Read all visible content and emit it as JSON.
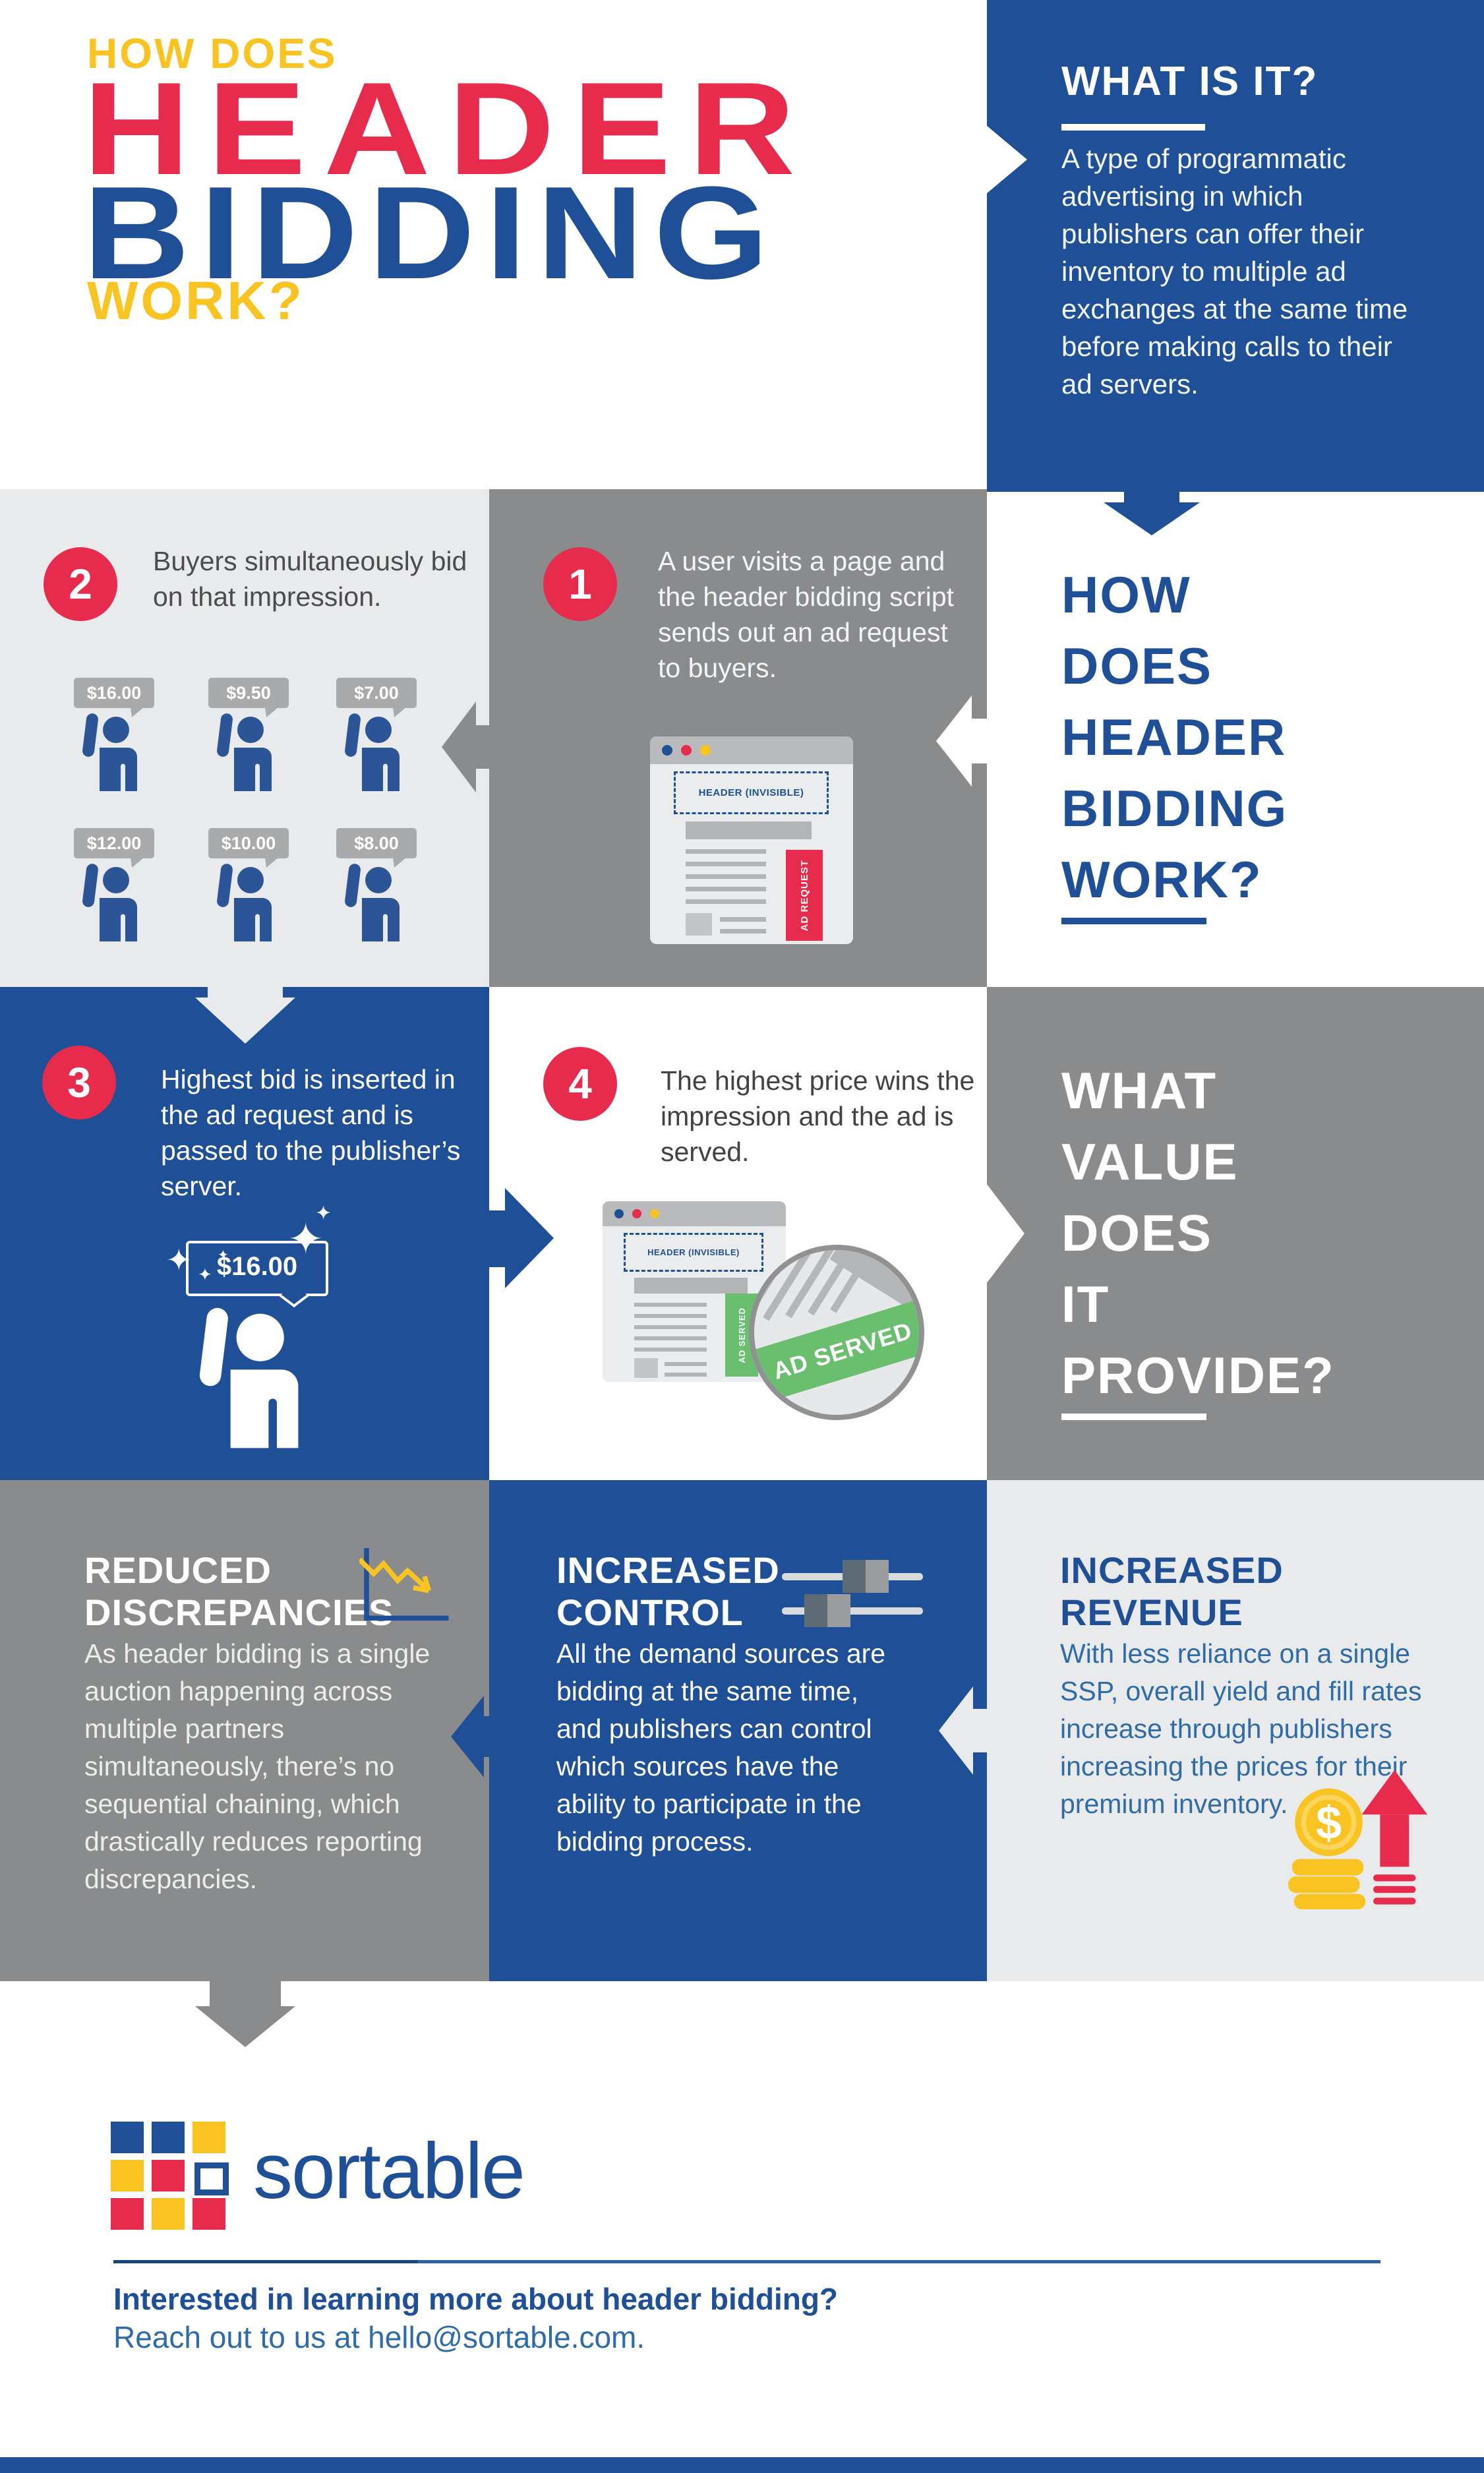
{
  "colors": {
    "navy": "#1e4f97",
    "red": "#e72b4d",
    "yellow": "#f9c421",
    "dark_gray": "#8a8b8d",
    "light_gray": "#e9eaeb",
    "green": "#69bf6e"
  },
  "header": {
    "kicker": "HOW DOES",
    "word1": "HEADER",
    "word2": "BIDDING",
    "word3": "WORK?"
  },
  "what_is_it": {
    "title": "WHAT IS IT?",
    "body": "A type of programmatic advertising in which publishers can offer their inventory to multiple ad exchanges at the same time before making calls to their ad servers."
  },
  "how_work": {
    "line1": "HOW",
    "line2": "DOES",
    "line3": "HEADER",
    "line4": "BIDDING",
    "line5": "WORK?"
  },
  "what_value": {
    "line1": "WHAT",
    "line2": "VALUE",
    "line3": "DOES",
    "line4": "IT",
    "line5": "PROVIDE?"
  },
  "steps": [
    {
      "number": "1",
      "text": "A user visits a page and the header bidding script sends out an ad request to buyers."
    },
    {
      "number": "2",
      "text": "Buyers simultaneously bid on that impression."
    },
    {
      "number": "3",
      "text": "Highest bid is inserted in the ad request and is passed to the publisher’s server."
    },
    {
      "number": "4",
      "text": "The highest price wins the impression and the ad is served."
    }
  ],
  "bids": [
    "$16.00",
    "$9.50",
    "$7.00",
    "$12.00",
    "$10.00",
    "$8.00"
  ],
  "winning_bid": "$16.00",
  "browser": {
    "header_label": "HEADER (INVISIBLE)",
    "ad_request_label": "AD REQUEST",
    "ad_served_label": "AD SERVED"
  },
  "benefits": [
    {
      "title": "REDUCED DISCREPANCIES",
      "body": "As header bidding is a single auction happening across multiple partners simultaneously, there’s no sequential chaining, which drastically reduces reporting discrepancies."
    },
    {
      "title": "INCREASED CONTROL",
      "body": "All the demand sources are bidding at the same time, and publishers can control which sources have the ability to participate in the bidding process."
    },
    {
      "title": "INCREASED REVENUE",
      "body": "With less reliance on a single SSP, overall yield and fill rates increase through publishers increasing the prices for their premium inventory."
    }
  ],
  "icons": {
    "sparkle_glyph": "✦",
    "dollar_glyph": "$"
  },
  "footer": {
    "brand": "sortable",
    "headline": "Interested in learning more about header bidding?",
    "subline": "Reach out to us at hello@sortable.com."
  }
}
